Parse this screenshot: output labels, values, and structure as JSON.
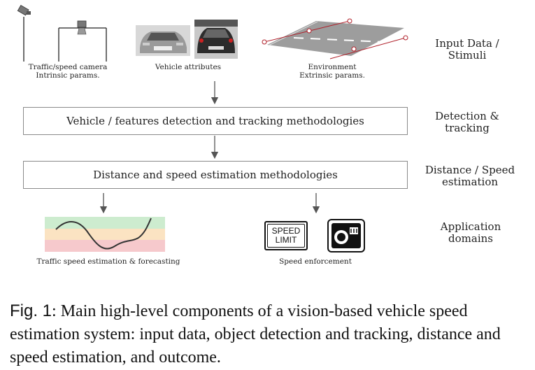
{
  "inputs": {
    "camera_label_line1": "Traffic/speed camera",
    "camera_label_line2": "Intrinsic params.",
    "vehicle_label": "Vehicle attributes",
    "env_label_line1": "Environment",
    "env_label_line2": "Extrinsic params."
  },
  "stages": {
    "detection": "Vehicle / features detection and tracking methodologies",
    "estimation": "Distance and speed estimation methodologies"
  },
  "side_labels": {
    "input_line1": "Input Data /",
    "input_line2": "Stimuli",
    "detection_line1": "Detection &",
    "detection_line2": "tracking",
    "estimation_line1": "Distance / Speed",
    "estimation_line2": "estimation",
    "application_line1": "Application",
    "application_line2": "domains"
  },
  "outputs": {
    "traffic_label": "Traffic speed estimation & forecasting",
    "enforcement_label": "Speed enforcement",
    "sign_line1": "SPEED",
    "sign_line2": "LIMIT"
  },
  "caption": {
    "prefix": "Fig. 1",
    "text": ": Main high-level components of a vision-based vehicle speed estimation system: input data, object detection and tracking, distance and speed estimation, and outcome."
  },
  "colors": {
    "band_green": "#cdeccf",
    "band_yellow": "#fbe3c2",
    "band_red": "#f6c9cc",
    "env_line": "#b0202a",
    "arrow": "#555555"
  }
}
